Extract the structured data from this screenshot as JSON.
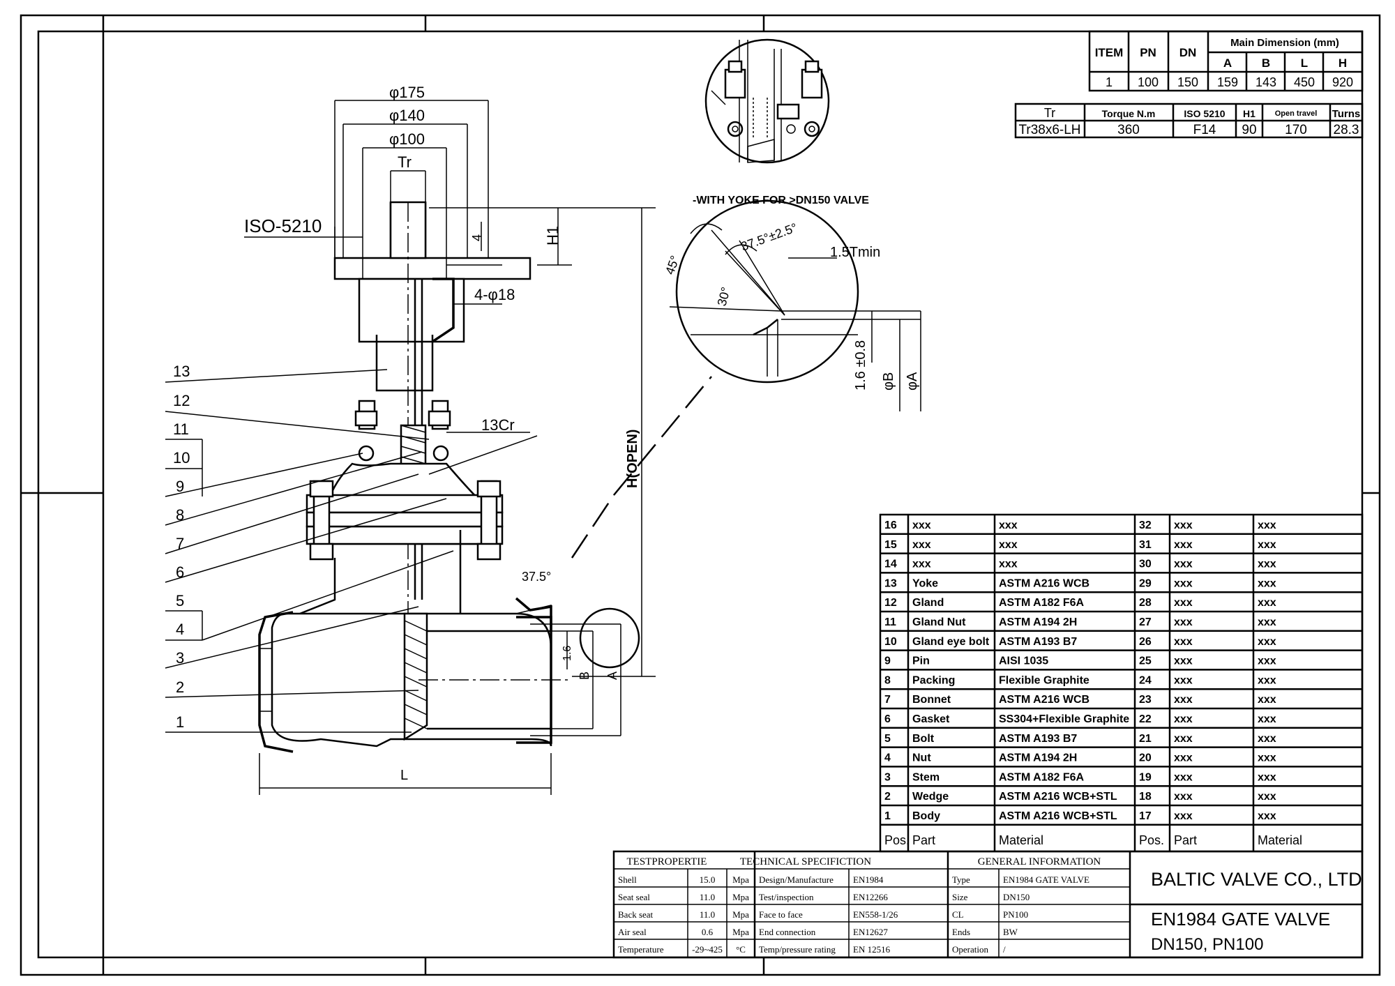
{
  "detail_caption": "-WITH YOKE FOR >DN150 VALVE",
  "main_table": {
    "headers": [
      "ITEM",
      "PN",
      "DN",
      "Main Dimension (mm)",
      "A",
      "B",
      "L",
      "H"
    ],
    "row": [
      "1",
      "100",
      "150",
      "159",
      "143",
      "450",
      "920"
    ]
  },
  "actuator_table": {
    "headers": [
      "Tr",
      "Torque N.m",
      "ISO 5210",
      "H1",
      "Open travel",
      "Turns"
    ],
    "row": [
      "Tr38x6-LH",
      "360",
      "F14",
      "90",
      "170",
      "28.3"
    ]
  },
  "dimensions": {
    "d175": "φ175",
    "d140": "φ140",
    "d100": "φ100",
    "tr": "Tr",
    "iso": "ISO-5210",
    "h1": "H1",
    "four": "4",
    "bolts": "4-φ18",
    "hopen": "H(OPEN)",
    "cr": "13Cr",
    "angle": "37.5°",
    "small16": "1.6",
    "B": "B",
    "A": "A",
    "L": "L"
  },
  "detail_dims": {
    "a45": "45°",
    "a375": "37.5°±2.5°",
    "tmin": "1.5Tmin",
    "a30": "30°",
    "tol": "1.6 ±0.8",
    "dB": "φB",
    "dA": "φA"
  },
  "callouts": [
    "13",
    "12",
    "11",
    "10",
    "9",
    "8",
    "7",
    "6",
    "5",
    "4",
    "3",
    "2",
    "1"
  ],
  "parts_headers": [
    "Pos.",
    "Part",
    "Material",
    "Pos.",
    "Part",
    "Material"
  ],
  "parts": [
    [
      "16",
      "xxx",
      "xxx",
      "32",
      "xxx",
      "xxx"
    ],
    [
      "15",
      "xxx",
      "xxx",
      "31",
      "xxx",
      "xxx"
    ],
    [
      "14",
      "xxx",
      "xxx",
      "30",
      "xxx",
      "xxx"
    ],
    [
      "13",
      "Yoke",
      "ASTM A216 WCB",
      "29",
      "xxx",
      "xxx"
    ],
    [
      "12",
      "Gland",
      "ASTM A182 F6A",
      "28",
      "xxx",
      "xxx"
    ],
    [
      "11",
      "Gland Nut",
      "ASTM A194 2H",
      "27",
      "xxx",
      "xxx"
    ],
    [
      "10",
      "Gland eye bolt",
      "ASTM A193 B7",
      "26",
      "xxx",
      "xxx"
    ],
    [
      "9",
      "Pin",
      "AISI 1035",
      "25",
      "xxx",
      "xxx"
    ],
    [
      "8",
      "Packing",
      "Flexible Graphite",
      "24",
      "xxx",
      "xxx"
    ],
    [
      "7",
      "Bonnet",
      "ASTM A216 WCB",
      "23",
      "xxx",
      "xxx"
    ],
    [
      "6",
      "Gasket",
      "SS304+Flexible Graphite",
      "22",
      "xxx",
      "xxx"
    ],
    [
      "5",
      "Bolt",
      "ASTM A193 B7",
      "21",
      "xxx",
      "xxx"
    ],
    [
      "4",
      "Nut",
      "ASTM A194 2H",
      "20",
      "xxx",
      "xxx"
    ],
    [
      "3",
      "Stem",
      "ASTM A182 F6A",
      "19",
      "xxx",
      "xxx"
    ],
    [
      "2",
      "Wedge",
      "ASTM A216 WCB+STL",
      "18",
      "xxx",
      "xxx"
    ],
    [
      "1",
      "Body",
      "ASTM A216 WCB+STL",
      "17",
      "xxx",
      "xxx"
    ]
  ],
  "test": {
    "title": "TESTPROPERTIE",
    "rows": [
      [
        "Shell",
        "15.0",
        "Mpa"
      ],
      [
        "Seat seal",
        "11.0",
        "Mpa"
      ],
      [
        "Back seat",
        "11.0",
        "Mpa"
      ],
      [
        "Air seal",
        "0.6",
        "Mpa"
      ],
      [
        "Temperature",
        "-29~425",
        "°C"
      ]
    ]
  },
  "tech": {
    "title": "TECHNICAL SPECIFICTION",
    "rows": [
      [
        "Design/Manufacture",
        "EN1984"
      ],
      [
        "Test/inspection",
        "EN12266"
      ],
      [
        "Face to face",
        "EN558-1/26"
      ],
      [
        "End connection",
        "EN12627"
      ],
      [
        "Temp/pressure rating",
        "EN 12516"
      ]
    ]
  },
  "general": {
    "title": "GENERAL INFORMATION",
    "rows": [
      [
        "Type",
        "EN1984 GATE VALVE"
      ],
      [
        "Size",
        "DN150"
      ],
      [
        "CL",
        "PN100"
      ],
      [
        "Ends",
        "BW"
      ],
      [
        "Operation",
        "/"
      ]
    ]
  },
  "company": "BALTIC VALVE CO., LTD",
  "product_title": "EN1984 GATE VALVE",
  "product_sub": "DN150, PN100"
}
